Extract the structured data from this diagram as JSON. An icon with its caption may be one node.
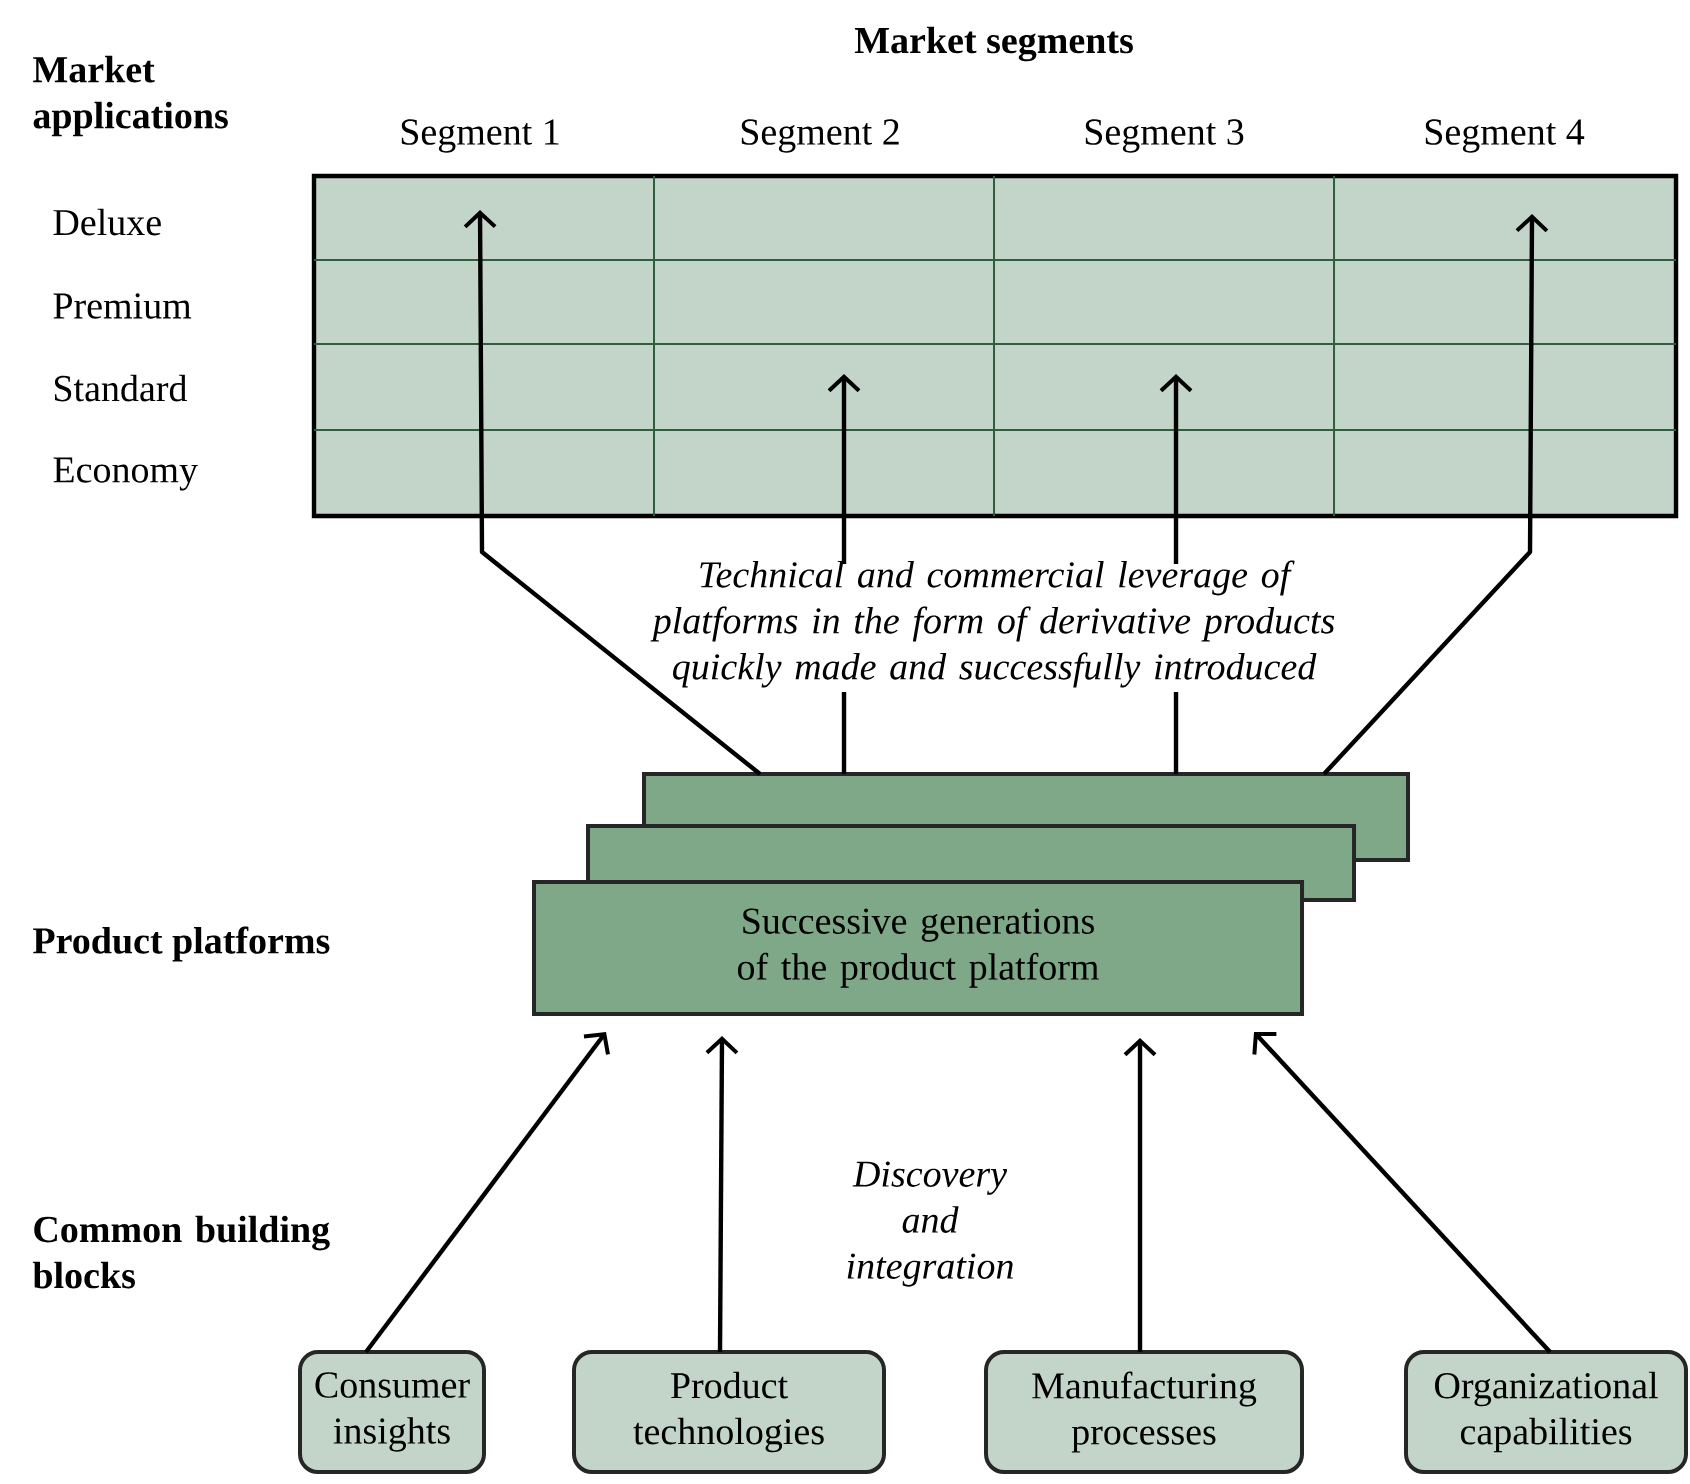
{
  "diagram": {
    "nodes": [
      {
        "text": [],
        "shape": "box"
      },
      {
        "text": [],
        "shape": "box"
      },
      {
        "text": [],
        "shape": "box"
      },
      {
        "text": [
          "Successive generations of the product platform"
        ]
      },
      {
        "text": [
          "Consumer insights"
        ]
      },
      {
        "text": [
          "Product technologies"
        ]
      },
      {
        "text": [
          "Manufacturing processes"
        ]
      },
      {
        "text": [
          "Organizational capabilities"
        ]
      }
    ],
    "edges": [
      {
        "from": 1,
        "to": 0,
        "arrow": "to"
      },
      {
        "from": 1,
        "to": 0,
        "arrow": "to"
      },
      {
        "from": 1,
        "to": 0,
        "arrow": "to"
      },
      {
        "from": 1,
        "to": 0,
        "arrow": "to"
      },
      {
        "from": 4,
        "to": 3,
        "arrow": "to"
      },
      {
        "from": 5,
        "to": 3,
        "arrow": "to"
      },
      {
        "from": 6,
        "to": 3,
        "arrow": "to"
      },
      {
        "from": 7,
        "to": 3,
        "arrow": "to"
      }
    ],
    "labels": [
      "Market segments",
      "Market applications",
      "Segment 1",
      "Segment 2",
      "Segment 3",
      "Segment 4",
      "Deluxe",
      "Premium",
      "Standard",
      "Economy",
      "Technical and commercial leverage of platforms in the form of derivative products quickly made and successfully introduced",
      "Product platforms",
      "Common building blocks",
      "Discovery and integration"
    ]
  }
}
